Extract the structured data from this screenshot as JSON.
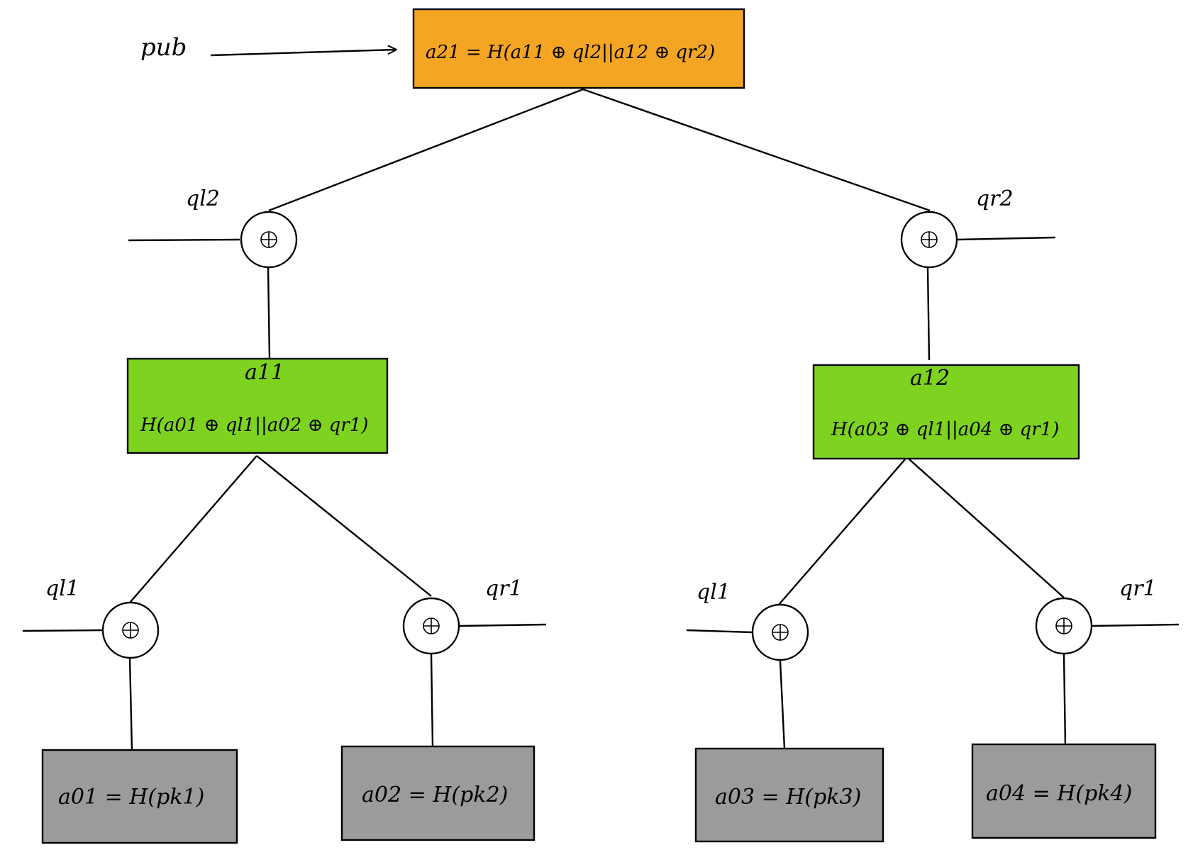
{
  "colors": {
    "root_fill": "#F4A523",
    "inner_fill": "#7ED321",
    "leaf_fill": "#9B9B9B",
    "stroke": "#000000"
  },
  "pub_label": "pub",
  "root": {
    "text": "a21 = H(a11 ⊕ ql2||a12 ⊕ qr2)"
  },
  "level2": {
    "left_xor_label": "ql2",
    "right_xor_label": "qr2"
  },
  "inner_nodes": [
    {
      "title": "a11",
      "formula": "H(a01 ⊕ ql1||a02 ⊕ qr1)"
    },
    {
      "title": "a12",
      "formula": "H(a03 ⊕ ql1||a04 ⊕ qr1)"
    }
  ],
  "level1_xor_labels": [
    "ql1",
    "qr1",
    "ql1",
    "qr1"
  ],
  "leaves": [
    {
      "text": "a01 = H(pk1)"
    },
    {
      "text": "a02 = H(pk2)"
    },
    {
      "text": "a03 = H(pk3)"
    },
    {
      "text": "a04 = H(pk4)"
    }
  ],
  "xor_icon": "circled-plus-icon"
}
